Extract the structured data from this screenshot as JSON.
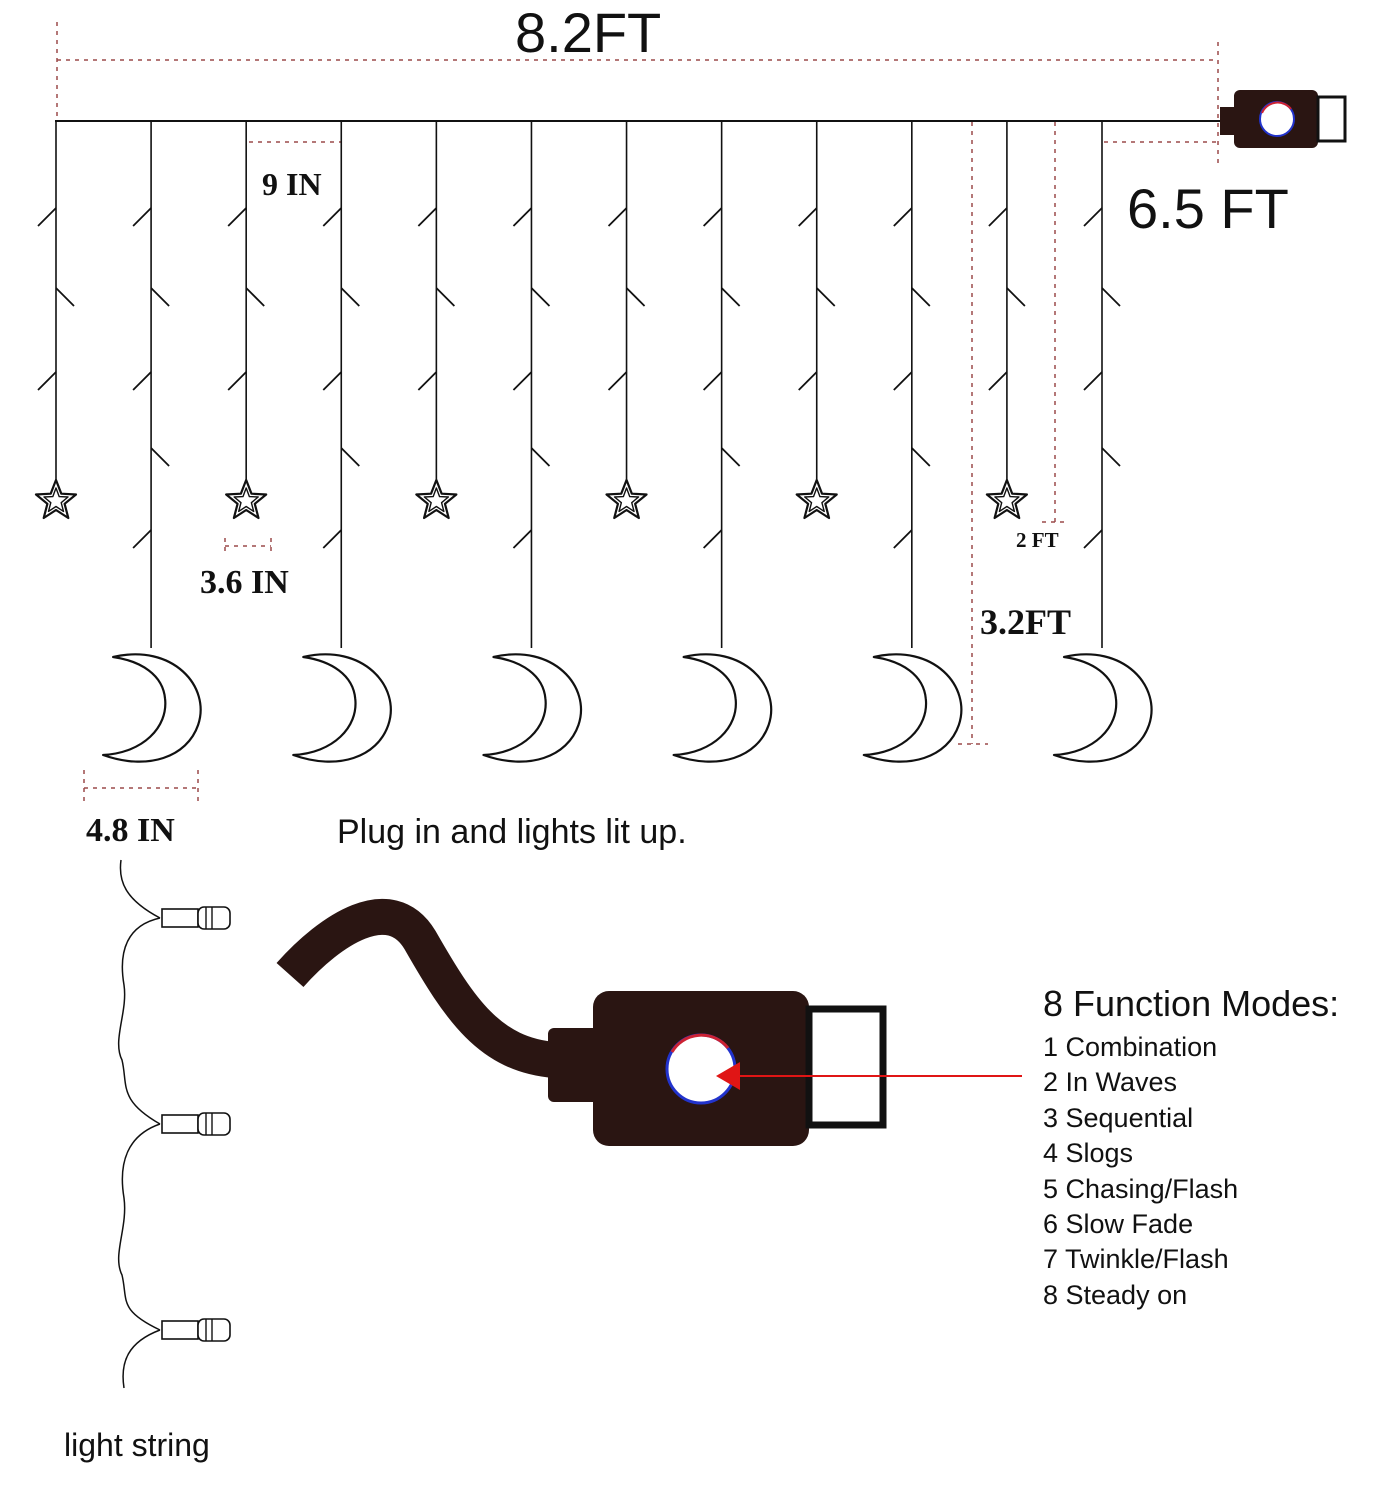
{
  "dimensions": {
    "total_width": "8.2FT",
    "lead_cord": "6.5 FT",
    "strand_spacing": "9 IN",
    "star_size": "3.6 IN",
    "moon_size": "4.8 IN",
    "short_strand": "2 FT",
    "long_strand": "3.2FT"
  },
  "caption": "Plug in and lights lit up.",
  "string_label": "light string",
  "modes": {
    "title": "8 Function Modes:",
    "items": [
      "1 Combination",
      "2 In Waves",
      "3 Sequential",
      "4 Slogs",
      "5 Chasing/Flash",
      "6 Slow Fade",
      "7 Twinkle/Flash",
      "8 Steady on"
    ]
  },
  "diagram": {
    "strand_count": 12,
    "star_count": 6,
    "moon_count": 6,
    "bulbs_shown_on_string": 3
  },
  "colors": {
    "line": "#111111",
    "dimension_line": "#9b4a4a",
    "controller": "#2a1512",
    "button_ring_blue": "#2233cc",
    "button_ring_red": "#cc2233",
    "pointer_arrow": "#e01515"
  },
  "icons": {
    "star": "star-icon",
    "moon": "crescent-moon-icon",
    "controller": "usb-controller-icon",
    "bulb": "bulb-icon"
  }
}
